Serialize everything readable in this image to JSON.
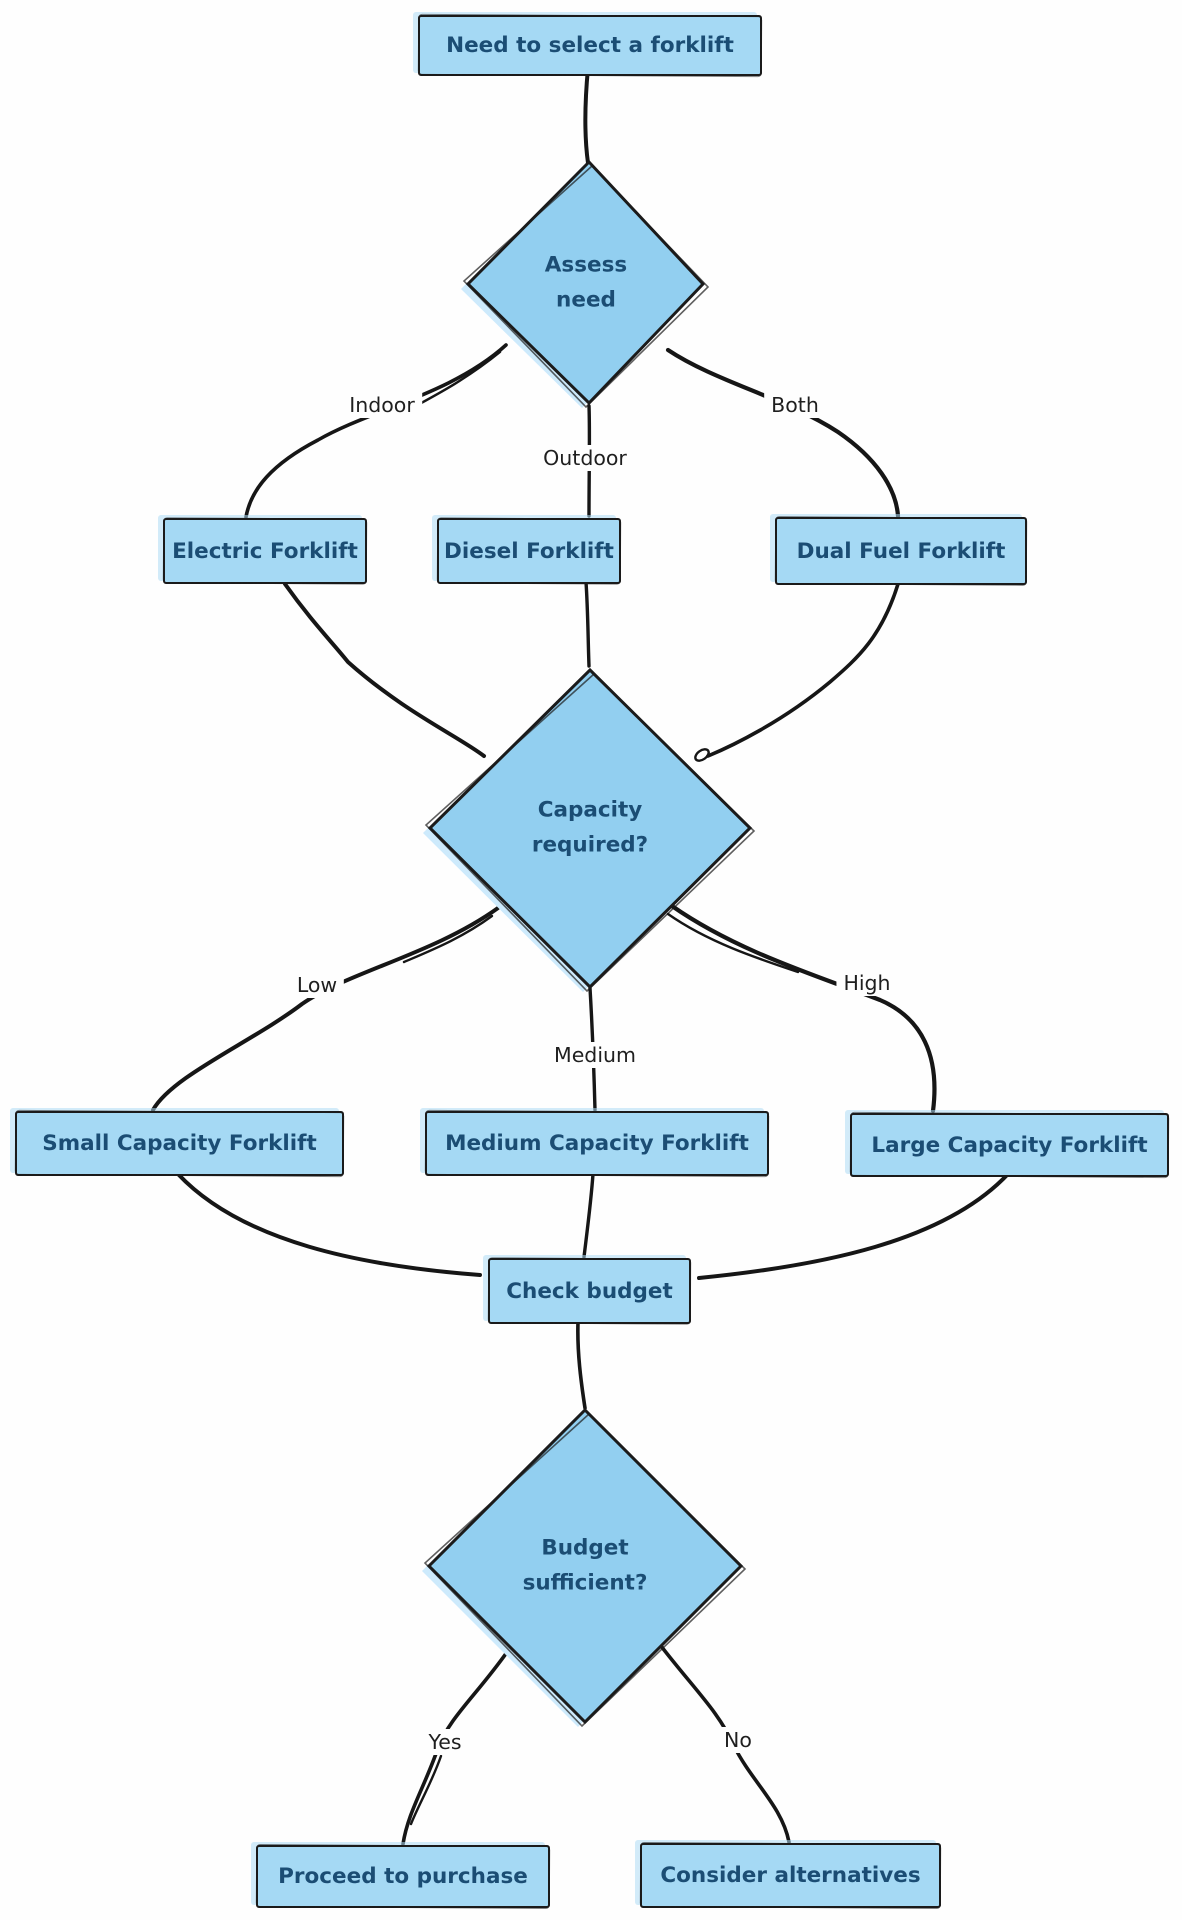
{
  "colors": {
    "background": "#fefefe",
    "box_fill": "#a5d9f4",
    "diamond_fill": "#92cff0",
    "stroke": "#1b1b1b",
    "node_text": "#1b4d74",
    "edge_label_text": "#1f1f1f"
  },
  "nodes": {
    "start": {
      "label": "Need to select a forklift",
      "shape": "rectangle"
    },
    "assess": {
      "label": "Assess need",
      "lines": [
        "Assess",
        "need"
      ],
      "shape": "diamond"
    },
    "electric": {
      "label": "Electric Forklift",
      "shape": "rectangle"
    },
    "diesel": {
      "label": "Diesel Forklift",
      "shape": "rectangle"
    },
    "dualfuel": {
      "label": "Dual Fuel Forklift",
      "shape": "rectangle"
    },
    "capacity": {
      "label": "Capacity required?",
      "lines": [
        "Capacity",
        "required?"
      ],
      "shape": "diamond"
    },
    "small": {
      "label": "Small Capacity Forklift",
      "shape": "rectangle"
    },
    "medium": {
      "label": "Medium Capacity Forklift",
      "shape": "rectangle"
    },
    "large": {
      "label": "Large Capacity Forklift",
      "shape": "rectangle"
    },
    "checkbudget": {
      "label": "Check budget",
      "shape": "rectangle"
    },
    "budget": {
      "label": "Budget sufficient?",
      "lines": [
        "Budget",
        "sufficient?"
      ],
      "shape": "diamond"
    },
    "proceed": {
      "label": "Proceed to purchase",
      "shape": "rectangle"
    },
    "consider": {
      "label": "Consider alternatives",
      "shape": "rectangle"
    }
  },
  "edge_labels": {
    "indoor": "Indoor",
    "outdoor": "Outdoor",
    "both": "Both",
    "low": "Low",
    "medium": "Medium",
    "high": "High",
    "yes": "Yes",
    "no": "No"
  },
  "edges": [
    {
      "from": "Need to select a forklift",
      "to": "Assess need",
      "label": ""
    },
    {
      "from": "Assess need",
      "to": "Electric Forklift",
      "label": "Indoor"
    },
    {
      "from": "Assess need",
      "to": "Diesel Forklift",
      "label": "Outdoor"
    },
    {
      "from": "Assess need",
      "to": "Dual Fuel Forklift",
      "label": "Both"
    },
    {
      "from": "Electric Forklift",
      "to": "Capacity required?",
      "label": ""
    },
    {
      "from": "Diesel Forklift",
      "to": "Capacity required?",
      "label": ""
    },
    {
      "from": "Dual Fuel Forklift",
      "to": "Capacity required?",
      "label": ""
    },
    {
      "from": "Capacity required?",
      "to": "Small Capacity Forklift",
      "label": "Low"
    },
    {
      "from": "Capacity required?",
      "to": "Medium Capacity Forklift",
      "label": "Medium"
    },
    {
      "from": "Capacity required?",
      "to": "Large Capacity Forklift",
      "label": "High"
    },
    {
      "from": "Small Capacity Forklift",
      "to": "Check budget",
      "label": ""
    },
    {
      "from": "Medium Capacity Forklift",
      "to": "Check budget",
      "label": ""
    },
    {
      "from": "Large Capacity Forklift",
      "to": "Check budget",
      "label": ""
    },
    {
      "from": "Check budget",
      "to": "Budget sufficient?",
      "label": ""
    },
    {
      "from": "Budget sufficient?",
      "to": "Proceed to purchase",
      "label": "Yes"
    },
    {
      "from": "Budget sufficient?",
      "to": "Consider alternatives",
      "label": "No"
    }
  ]
}
